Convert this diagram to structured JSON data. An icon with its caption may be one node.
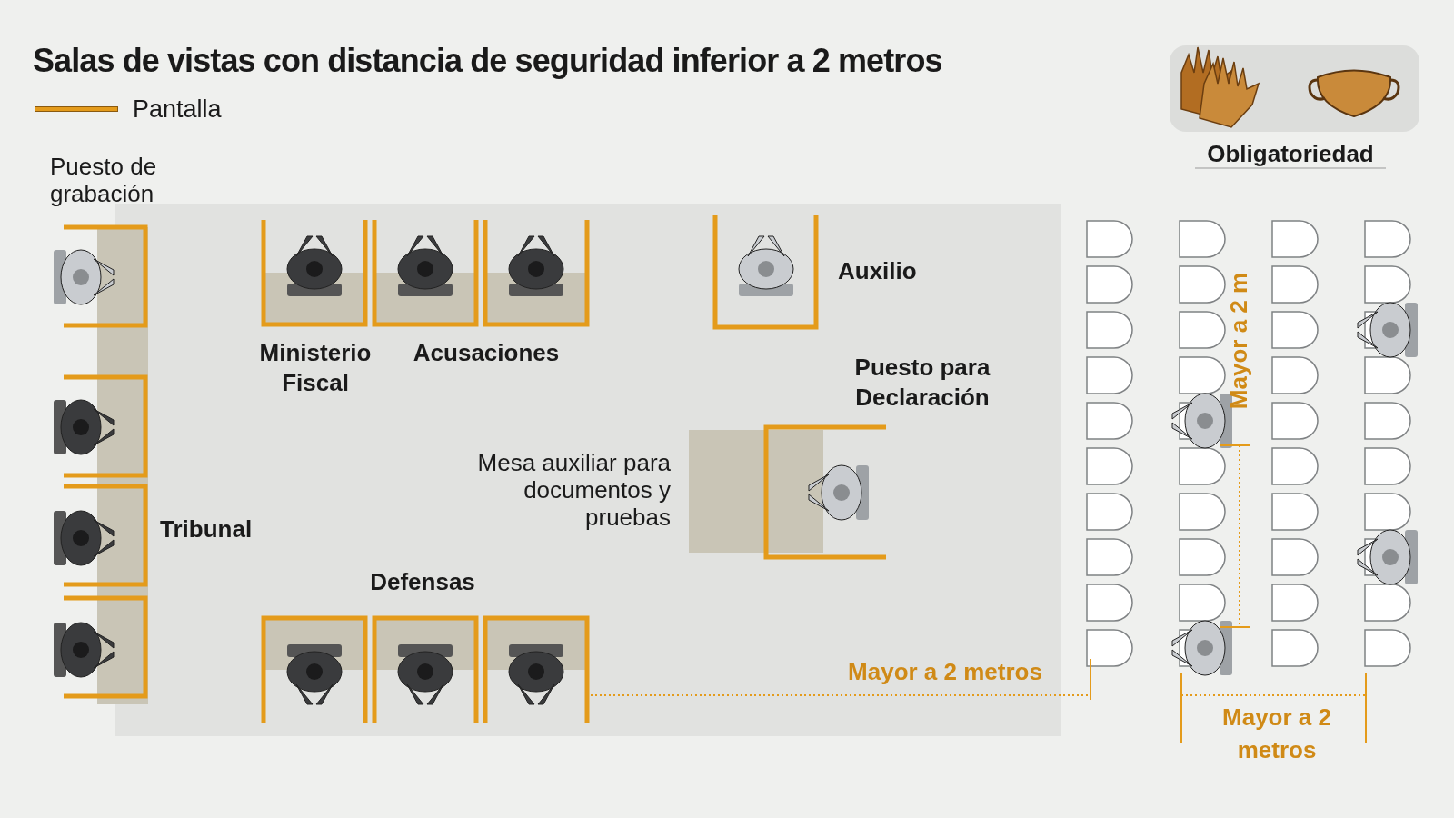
{
  "diagram": {
    "title": "Salas de vistas con distancia de seguridad inferior a 2 metros",
    "labels": [
      "Obligatoriedad",
      "Puesto de grabación",
      "Auxilio",
      "Ministerio Fiscal",
      "Acusaciones",
      "Puesto para Declaración",
      "Mesa auxiliar para documentos y pruebas",
      "Tribunal",
      "Defensas",
      "Mayor a 2 metros",
      "Mayor a 2 m",
      "Mayor a 2 metros"
    ],
    "legend": [
      {
        "text": "Pantalla"
      }
    ]
  }
}
